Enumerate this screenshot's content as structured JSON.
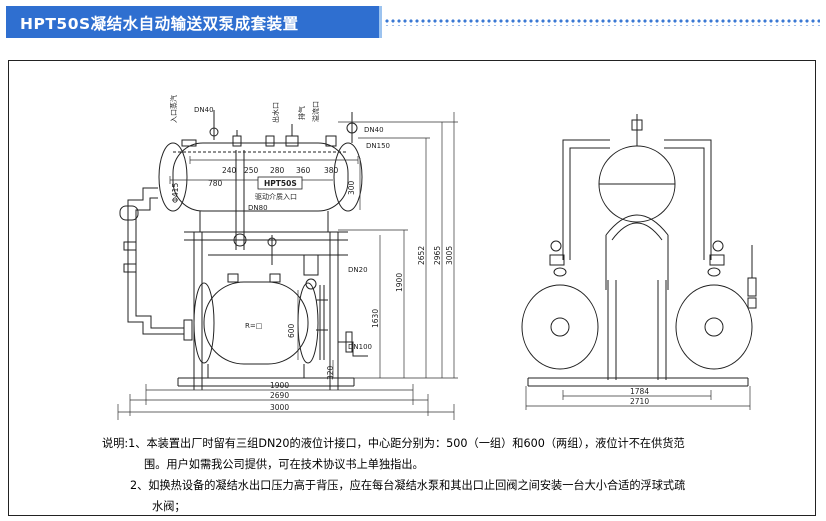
{
  "header": {
    "title": "HPT50S凝结水自动输送双泵成套装置",
    "accent_color": "#2f6fd0"
  },
  "drawing": {
    "front_view": {
      "labels": {
        "dn40": "DN40",
        "dn150": "DN150",
        "dn80": "DN80",
        "dn20": "DN20",
        "dn100": "DN100",
        "model": "HPT50S",
        "inlet_vert_1": "入口蒸汽",
        "inlet_vert_2": "出水口",
        "inlet_vert_3": "排气",
        "inlet_vert_4": "溢流口",
        "drive_label": "驱动介质入口",
        "tank_label": "R=□"
      },
      "dims": {
        "d240": "240",
        "d250": "250",
        "d280": "280",
        "d360": "360",
        "d380": "380",
        "d780": "780",
        "d300": "300",
        "d600": "600",
        "d320": "320",
        "d1630": "1630",
        "d1900": "1900",
        "d2652": "2652",
        "d2965": "2965",
        "d3005": "3005",
        "w1900": "1900",
        "w2690": "2690",
        "w3000": "3000",
        "d415": "Φ415"
      }
    },
    "side_view": {
      "dims": {
        "w1784": "1784",
        "w2710": "2710"
      }
    }
  },
  "notes": {
    "line1": "说明:1、本装置出厂时留有三组DN20的液位计接口，中心距分别为：500（一组）和600（两组），液位计不在供货范",
    "line2": "围。用户如需我公司提供，可在技术协议书上单独指出。",
    "line3": "2、如换热设备的凝结水出口压力高于背压，应在每台凝结水泵和其出口止回阀之间安装一台大小合适的浮球式疏",
    "line4": "水阀；"
  }
}
